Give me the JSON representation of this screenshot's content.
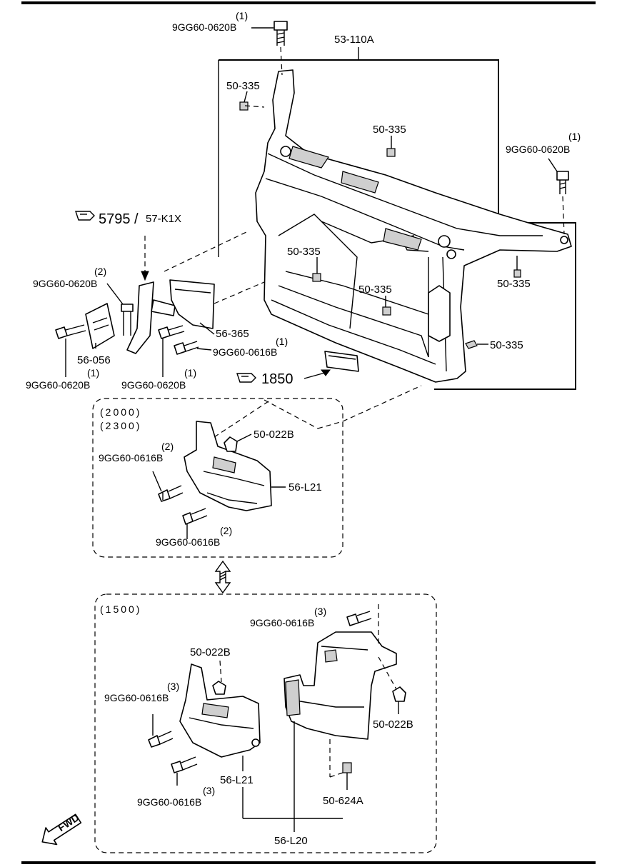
{
  "labels": {
    "bolt_top": "9GG60-0620B",
    "bolt_top_qty": "(1)",
    "assembly": "53-110A",
    "nut_a": "50-335",
    "nut_b": "50-335",
    "bolt_right": "9GG60-0620B",
    "bolt_right_qty": "(1)",
    "ref_5795": "5795",
    "ref_57k1x": "57-K1X",
    "nut_c": "50-335",
    "nut_d": "50-335",
    "nut_e": "50-335",
    "nut_f": "50-335",
    "bolt_left_top": "9GG60-0620B",
    "bolt_left_top_qty": "(2)",
    "part_56365": "56-365",
    "bolt_0616_a": "9GG60-0616B",
    "bolt_0616_a_qty": "(1)",
    "part_56056": "56-056",
    "bolt_left_bot": "9GG60-0620B",
    "bolt_left_bot_qty": "(1)",
    "bolt_mid_bot": "9GG60-0620B",
    "bolt_mid_bot_qty": "(1)",
    "ref_1850": "1850",
    "variant_a1": "(2000)",
    "variant_a2": "(2300)",
    "clip_a": "50-022B",
    "bolt_a1": "9GG60-0616B",
    "bolt_a1_qty": "(2)",
    "part_a": "56-L21",
    "bolt_a2": "9GG60-0616B",
    "bolt_a2_qty": "(2)",
    "variant_b": "(1500)",
    "bolt_b1": "9GG60-0616B",
    "bolt_b1_qty": "(3)",
    "clip_b1": "50-022B",
    "bolt_b2": "9GG60-0616B",
    "bolt_b2_qty": "(3)",
    "clip_b2": "50-022B",
    "bolt_b3": "9GG60-0616B",
    "bolt_b3_qty": "(3)",
    "part_b1": "56-L21",
    "part_b2": "50-624A",
    "part_b3": "56-L20",
    "fwd": "FWD"
  }
}
